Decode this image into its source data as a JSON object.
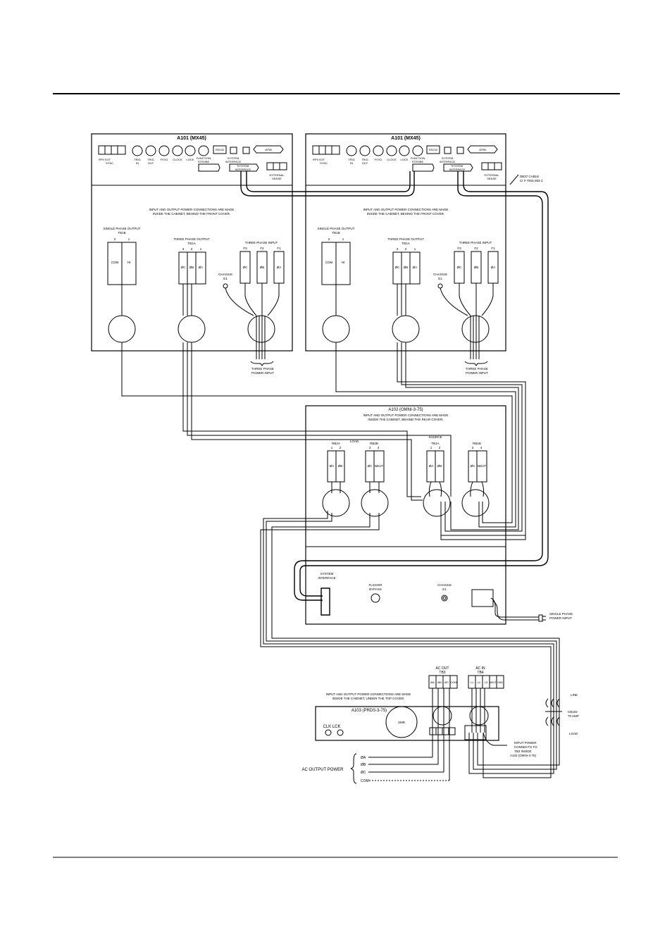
{
  "a101_left": {
    "title": "A101 (MX45)",
    "conn_labels": [
      "RPV EXT",
      "SYNC",
      "TRIG",
      "IN",
      "TRIG",
      "OUT",
      "FSYD",
      "CLOCK",
      "LOCK",
      "FUNCTION",
      "STROBE",
      "RS232",
      "SYSTEM",
      "INTERFACE",
      "GPIB",
      "SYSTEM",
      "INTERFACE",
      "EXTERNAL",
      "SENSE"
    ],
    "panel_note": [
      "INPUT AND OUTPUT POWER CONNECTIONS ARE MADE",
      "INSIDE THE CABINET, BEHIND THE FRONT COVER."
    ],
    "single_phase": {
      "title": "SINGLE PHASE OUTPUT",
      "tb": "TB1B",
      "nums": [
        "2",
        "1"
      ],
      "terms": [
        "COM",
        "HI"
      ]
    },
    "three_out": {
      "title": "THREE PHASE OUTPUT",
      "tb": "TB1A",
      "nums": [
        "3",
        "2",
        "1"
      ],
      "terms": [
        "ØC",
        "ØB",
        "ØA"
      ]
    },
    "three_in": {
      "title": "THREE PHASE INPUT",
      "nums": [
        "F3",
        "F2",
        "F1"
      ],
      "terms": [
        "ØC",
        "ØB",
        "ØA"
      ]
    },
    "chassis": [
      "CHASSIS",
      "E1"
    ],
    "input_label": [
      "THREE PHASE",
      "POWER INPUT"
    ]
  },
  "a101_right": {
    "title": "A101 (MX45)",
    "conn_labels": [
      "RPV EXT",
      "SYNC",
      "TRIG",
      "IN",
      "TRIG",
      "OUT",
      "FSYD",
      "CLOCK",
      "LOCK",
      "FUNCTION",
      "STROBE",
      "RS232",
      "SYSTEM",
      "INTERFACE",
      "GPIB",
      "SYSTEM",
      "INTERFACE",
      "EXTERNAL",
      "SENSE"
    ],
    "panel_note": [
      "INPUT AND OUTPUT POWER CONNECTIONS ARE MADE",
      "INSIDE THE CABINET, BEHIND THE FRONT COVER."
    ],
    "single_phase": {
      "title": "SINGLE PHASE OUTPUT",
      "tb": "TB1B",
      "nums": [
        "2",
        "1"
      ],
      "terms": [
        "COM",
        "HI"
      ]
    },
    "three_out": {
      "title": "THREE PHASE OUTPUT",
      "tb": "TB1A",
      "nums": [
        "3",
        "2",
        "1"
      ],
      "terms": [
        "ØC",
        "ØB",
        "ØA"
      ]
    },
    "three_in": {
      "title": "THREE PHASE INPUT",
      "nums": [
        "F3",
        "F2",
        "F1"
      ],
      "terms": [
        "ØC",
        "ØB",
        "ØA"
      ]
    },
    "chassis": [
      "CHASSIS",
      "E1"
    ],
    "input_label": [
      "THREE PHASE",
      "POWER INPUT"
    ]
  },
  "db37": [
    "DB37 CABLE",
    "CI # 7003-383-1"
  ],
  "a102": {
    "title": "A102 (OMNI-3-75)",
    "note": [
      "INPUT AND OUTPUT POWER CONNECTIONS ARE MADE",
      "INSIDE THE CABINET, BEHIND THE REAR COVER."
    ],
    "load_label": "LOAD",
    "source_label": "SOURCE",
    "rb2a": {
      "tb": "RB2A",
      "nums": [
        "1",
        "2"
      ],
      "terms": [
        "ØA",
        "ØB"
      ]
    },
    "rb2b": {
      "tb": "RB2B",
      "nums": [
        "3",
        "4"
      ],
      "terms": [
        "ØC",
        "NEUT"
      ]
    },
    "tb1a": {
      "tb": "TB1A",
      "nums": [
        "1",
        "2"
      ],
      "terms": [
        "ØA",
        "ØB"
      ]
    },
    "rb1b": {
      "tb": "RB1B",
      "nums": [
        "3",
        "4"
      ],
      "terms": [
        "ØC",
        "NEUT"
      ]
    },
    "system_interface": [
      "SYSTEM",
      "INTERFACE"
    ],
    "flicker": [
      "FLICKER",
      "BYPASS"
    ],
    "chassis": [
      "CHASSIS",
      "E1"
    ],
    "single_phase_in": [
      "SINGLE PHASE",
      "POWER INPUT"
    ]
  },
  "a103": {
    "title": "A103 (PRDS-3-75)",
    "note": [
      "INPUT AND OUTPUT POWER CONNECTIONS ARE MADE",
      "INSIDE THE CABINET, UNDER THE TOP COVER."
    ],
    "ac_out": [
      "AC OUT",
      "TB3"
    ],
    "ac_in": [
      "AC IN",
      "TB4"
    ],
    "out_terms": [
      "ØA",
      "ØB",
      "ØC",
      "COM"
    ],
    "in_terms": [
      "L1",
      "L2",
      "L3",
      "NEUT",
      "GND"
    ],
    "clk_lck": "CLK  LCK",
    "meter": "SMR",
    "input_note": [
      "INPUT POWER",
      "CONNECTS TO",
      "TB3 INSIDE",
      "A102 (OMNI-3-75)"
    ]
  },
  "cb102": {
    "line": "LINE",
    "name": "CB102",
    "rating": "70 AMP",
    "load": "LOAD"
  },
  "ac_output_power": {
    "label": "AC OUTPUT POWER",
    "phases": [
      "ØA",
      "ØB",
      "ØC",
      "COM"
    ]
  }
}
